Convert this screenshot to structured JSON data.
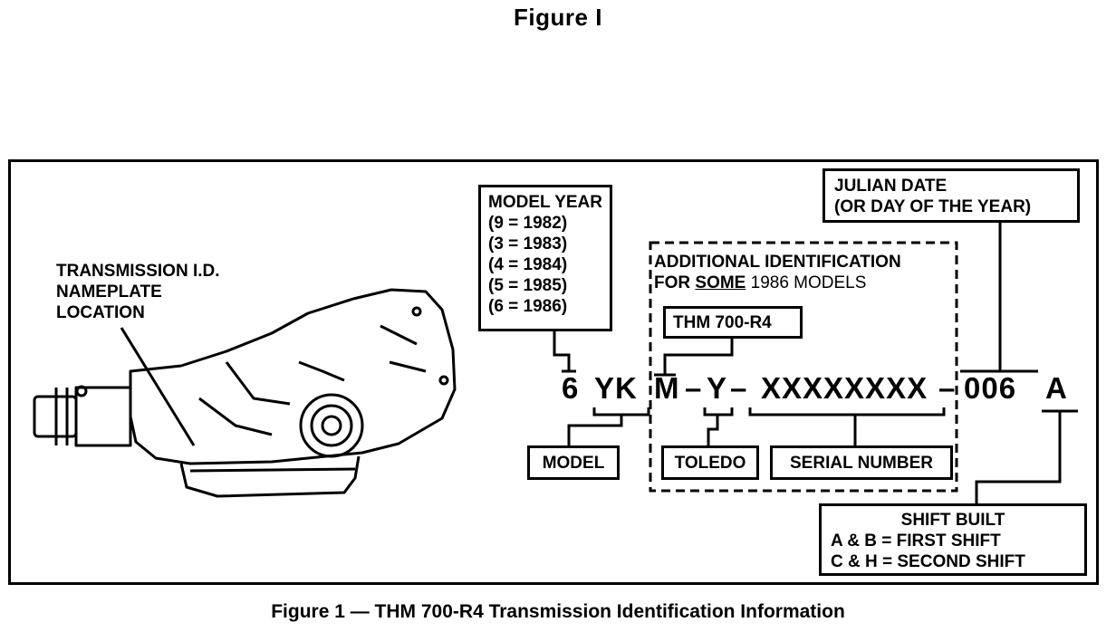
{
  "figure_title": "Figure I",
  "caption": "Figure 1 — THM 700-R4 Transmission Identification Information",
  "nameplate_label": [
    "TRANSMISSION I.D.",
    "NAMEPLATE",
    "LOCATION"
  ],
  "model_year": {
    "heading": "MODEL YEAR",
    "entries": [
      "(9 = 1982)",
      "(3 = 1983)",
      "(4 = 1984)",
      "(5 = 1985)",
      "(6 = 1986)"
    ]
  },
  "julian_date": [
    "JULIAN DATE",
    "(OR DAY OF THE YEAR)"
  ],
  "additional_id": {
    "line1": "ADDITIONAL IDENTIFICATION",
    "line2_prefix": "FOR ",
    "line2_emphasis": "SOME",
    "line2_suffix": " 1986 MODELS"
  },
  "thm_label": "THM 700-R4",
  "code": {
    "year": "6",
    "model": "YK",
    "m": "M",
    "dash1": "–",
    "y": "Y",
    "dash2": "–",
    "serial": "XXXXXXXX",
    "dash3": "–",
    "julian": "006",
    "shift": "A"
  },
  "model_label": "MODEL",
  "toledo_label": "TOLEDO",
  "serial_label": "SERIAL NUMBER",
  "shift_built": {
    "heading": "SHIFT BUILT",
    "line1": "A & B = FIRST SHIFT",
    "line2": "C & H = SECOND SHIFT"
  }
}
